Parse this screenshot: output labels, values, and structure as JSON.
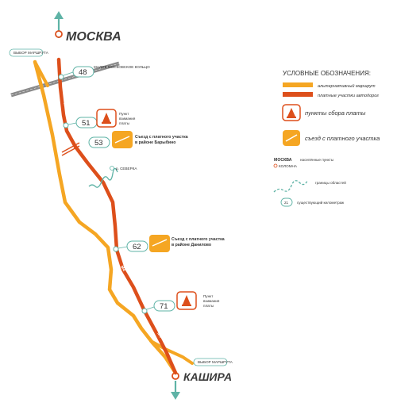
{
  "colors": {
    "toll_road": "#dd4f1b",
    "alt_route": "#f5a623",
    "ring_road": "#8a8a8a",
    "teal": "#5fb3a6",
    "city_text": "#3c3c3c"
  },
  "cities": {
    "moscow": "МОСКВА",
    "kashira": "КАШИРА"
  },
  "road_labels": {
    "ring_road": "МАЛОЕ МОСКОВСКОЕ КОЛЬЦО",
    "a107": "А-107",
    "m4_a": "М4",
    "m4_b": "М4",
    "m4_c": "М4"
  },
  "exits": {
    "start_top": "ВЫБОР МАРШРУТА",
    "start_bottom": "ВЫБОР МАРШРУТА"
  },
  "km_markers": [
    "48",
    "51",
    "53",
    "62",
    "71"
  ],
  "notes": {
    "toll_point_1": [
      "Пункт",
      "взимания",
      "платы"
    ],
    "exit_barybino": [
      "Съезд с платного участка",
      "в районе Барыбино"
    ],
    "severka": "р. СЕВЕРКА",
    "exit_danilovo": [
      "Съезд с платного участка",
      "в районе Данилово"
    ],
    "toll_point_2": [
      "Пункт",
      "взимания",
      "платы"
    ]
  },
  "legend": {
    "title": "УСЛОВНЫЕ ОБОЗНАЧЕНИЯ:",
    "alt_route": "альтернативный маршрут",
    "toll_sections": "платные участки автодорог",
    "toll_points": "пункты сбора платы",
    "toll_exit": "съезд с платного участка",
    "settlements_label": "населённые пункты",
    "settlement_main": "МОСКВА",
    "settlement_small": "КОЛОМНА",
    "borders": "границы областей",
    "existing_km": "существующий километраж",
    "km_sample": "21"
  }
}
